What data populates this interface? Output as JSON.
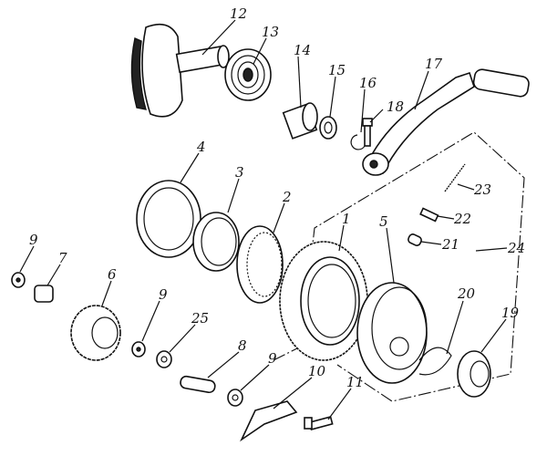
{
  "diagram": {
    "type": "exploded-parts-diagram",
    "part_labels": [
      "12",
      "13",
      "14",
      "15",
      "16",
      "17",
      "18",
      "4",
      "3",
      "2",
      "1",
      "5",
      "23",
      "22",
      "21",
      "24",
      "9",
      "7",
      "6",
      "9",
      "25",
      "8",
      "9",
      "10",
      "11",
      "20",
      "19"
    ]
  }
}
